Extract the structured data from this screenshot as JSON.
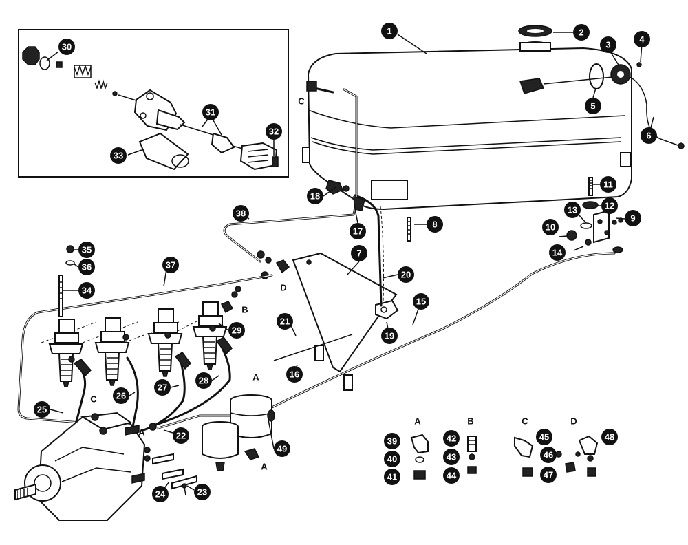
{
  "callouts": [
    "1",
    "2",
    "3",
    "4",
    "5",
    "6",
    "7",
    "8",
    "9",
    "10",
    "11",
    "12",
    "13",
    "14",
    "15",
    "16",
    "17",
    "18",
    "19",
    "20",
    "21",
    "22",
    "23",
    "24",
    "25",
    "26",
    "27",
    "28",
    "29",
    "30",
    "31",
    "32",
    "33",
    "34",
    "35",
    "36",
    "37",
    "38",
    "39",
    "40",
    "41",
    "42",
    "43",
    "44",
    "45",
    "46",
    "47",
    "48",
    "49"
  ],
  "group_letters": [
    "A",
    "B",
    "C",
    "D"
  ],
  "connection_letters": [
    "A",
    "B",
    "C",
    "D"
  ]
}
